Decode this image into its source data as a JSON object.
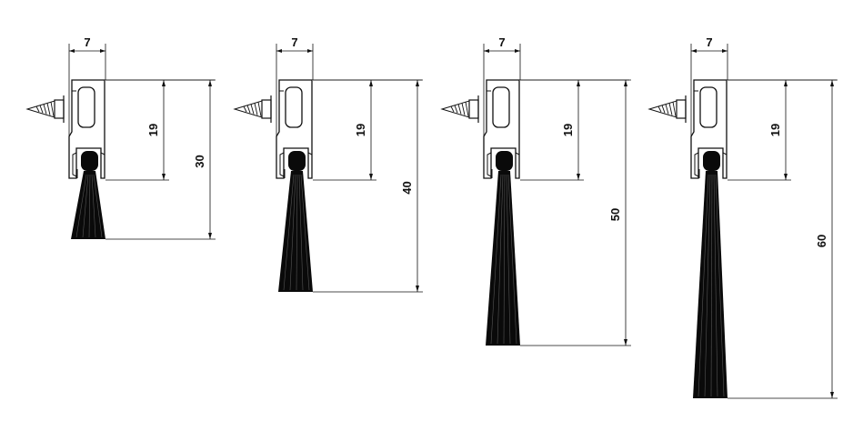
{
  "colors": {
    "background": "#ffffff",
    "line": "#111111",
    "brush": "#0a0a0a"
  },
  "profiles": [
    {
      "width_label": "7",
      "top_label": "19",
      "total_label": "30"
    },
    {
      "width_label": "7",
      "top_label": "19",
      "total_label": "40"
    },
    {
      "width_label": "7",
      "top_label": "19",
      "total_label": "50"
    },
    {
      "width_label": "7",
      "top_label": "19",
      "total_label": "60"
    }
  ]
}
